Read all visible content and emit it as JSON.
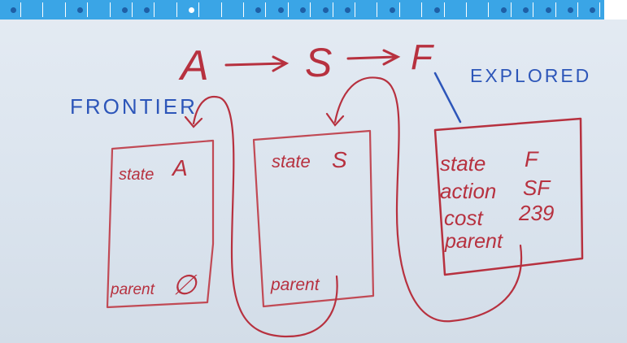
{
  "progress": {
    "segment_count": 28,
    "dots": [
      0,
      3,
      5,
      6,
      8,
      11,
      12,
      13,
      14,
      15,
      17,
      19,
      22,
      23,
      24,
      25,
      26
    ],
    "current_dot": 8
  },
  "colors": {
    "ink_red": "#b7313f",
    "ink_blue": "#2d56b9",
    "board": "#dde6ef",
    "strip": "#3aa5e6"
  },
  "sequence": {
    "a": "A",
    "s": "S",
    "f": "F"
  },
  "labels": {
    "frontier": "FRONTIER",
    "explored": "EXPLORED"
  },
  "card_a": {
    "state_label": "state",
    "state_value": "A",
    "parent_label": "parent",
    "parent_value": "∅"
  },
  "card_s": {
    "state_label": "state",
    "state_value": "S",
    "parent_label": "parent"
  },
  "card_f": {
    "state_label": "state",
    "state_value": "F",
    "action_label": "action",
    "action_value": "SF",
    "cost_label": "cost",
    "cost_value": "239",
    "parent_label": "parent"
  }
}
